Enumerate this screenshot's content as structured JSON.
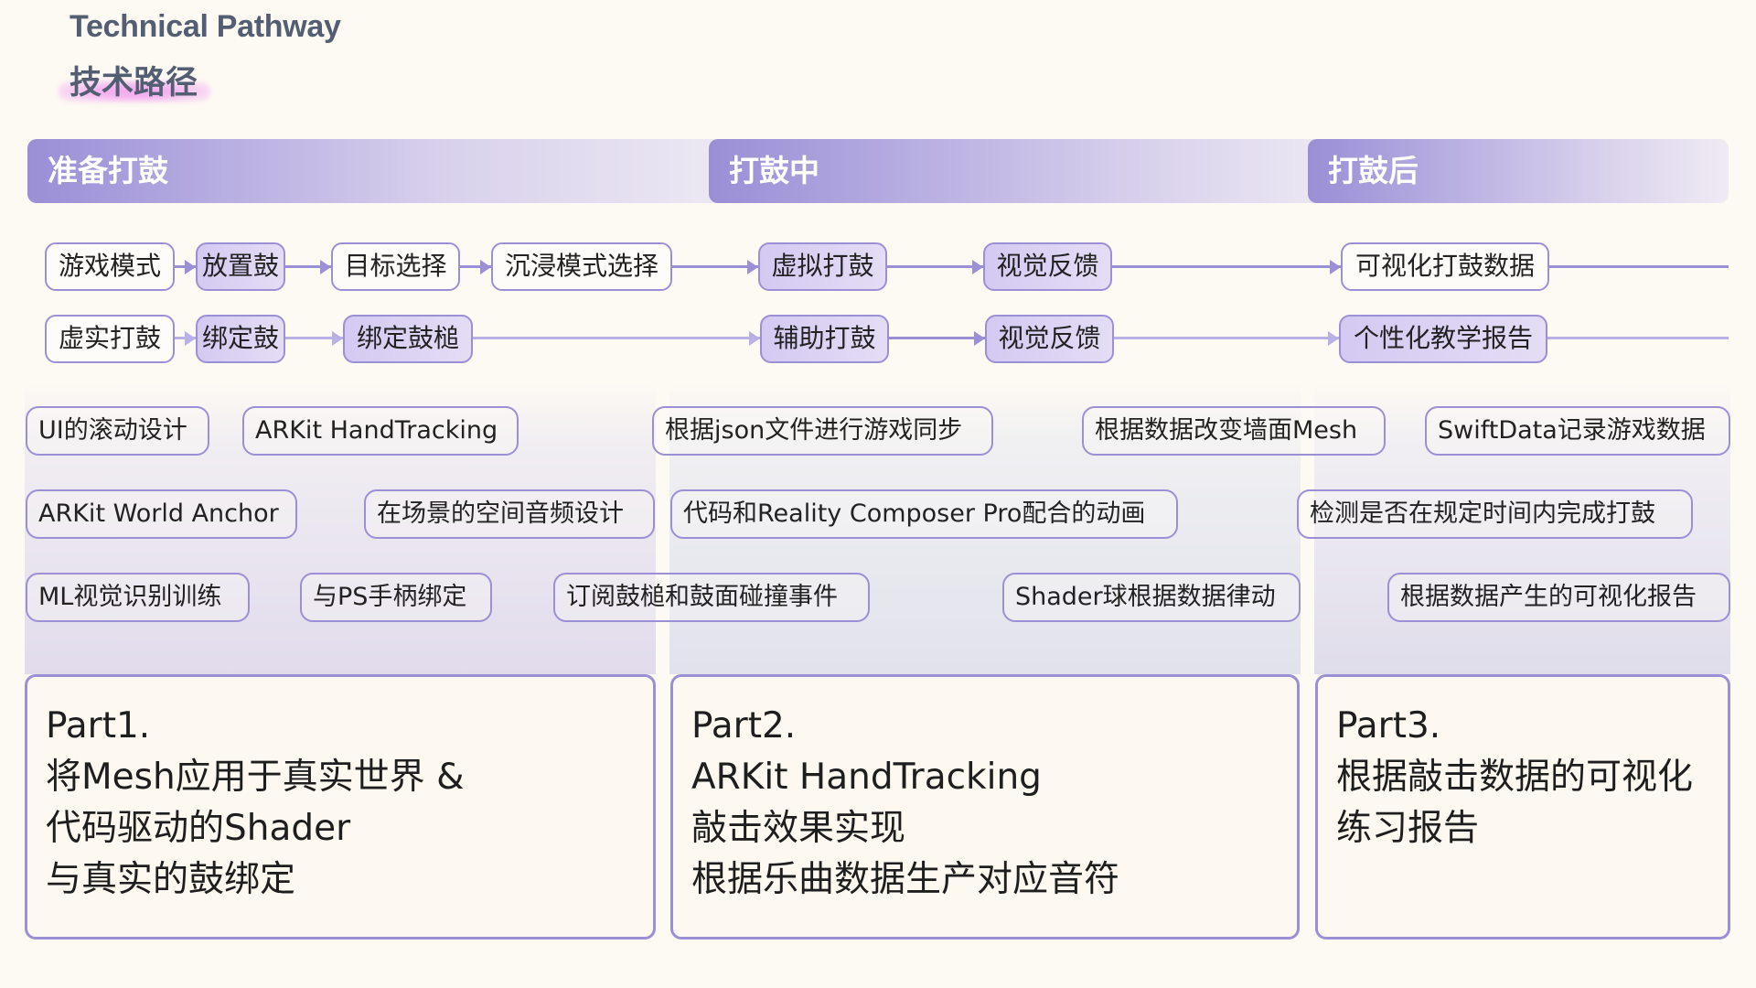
{
  "title": {
    "english": "Technical Pathway",
    "chinese": "技术路径"
  },
  "colors": {
    "accent": "#9b90d6",
    "accent_light": "#b9b0e6",
    "title_text": "#535e73",
    "highlight": "#f4aaf0",
    "background": "#fdf9f3"
  },
  "stages": [
    {
      "label": "准备打鼓"
    },
    {
      "label": "打鼓中"
    },
    {
      "label": "打鼓后"
    }
  ],
  "flow": {
    "row1": [
      {
        "label": "游戏模式",
        "filled": false
      },
      {
        "label": "放置鼓",
        "filled": true
      },
      {
        "label": "目标选择",
        "filled": false
      },
      {
        "label": "沉浸模式选择",
        "filled": false
      },
      {
        "label": "虚拟打鼓",
        "filled": true
      },
      {
        "label": "视觉反馈",
        "filled": true
      },
      {
        "label": "可视化打鼓数据",
        "filled": false
      }
    ],
    "row2": [
      {
        "label": "虚实打鼓",
        "filled": false
      },
      {
        "label": "绑定鼓",
        "filled": true
      },
      {
        "label": "绑定鼓槌",
        "filled": true
      },
      {
        "label": "辅助打鼓",
        "filled": true
      },
      {
        "label": "视觉反馈",
        "filled": true
      },
      {
        "label": "个性化教学报告",
        "filled": true
      }
    ]
  },
  "tech_tags": {
    "column1": [
      "UI的滚动设计",
      "ARKit HandTracking",
      "ARKit World Anchor",
      "在场景的空间音频设计",
      "ML视觉识别训练",
      "与PS手柄绑定"
    ],
    "column2": [
      "根据json文件进行游戏同步",
      "根据数据改变墙面Mesh",
      "代码和Reality Composer Pro配合的动画",
      "订阅鼓槌和鼓面碰撞事件",
      "Shader球根据数据律动"
    ],
    "column3": [
      "SwiftData记录游戏数据",
      "检测是否在规定时间内完成打鼓",
      "根据数据产生的可视化报告"
    ]
  },
  "parts": [
    {
      "lines": [
        "Part1.",
        "将Mesh应用于真实世界 &",
        "代码驱动的Shader",
        "与真实的鼓绑定"
      ]
    },
    {
      "lines": [
        "Part2.",
        "ARKit HandTracking",
        "敲击效果实现",
        "根据乐曲数据生产对应音符"
      ]
    },
    {
      "lines": [
        "Part3.",
        "根据敲击数据的可视化",
        "练习报告"
      ]
    }
  ]
}
